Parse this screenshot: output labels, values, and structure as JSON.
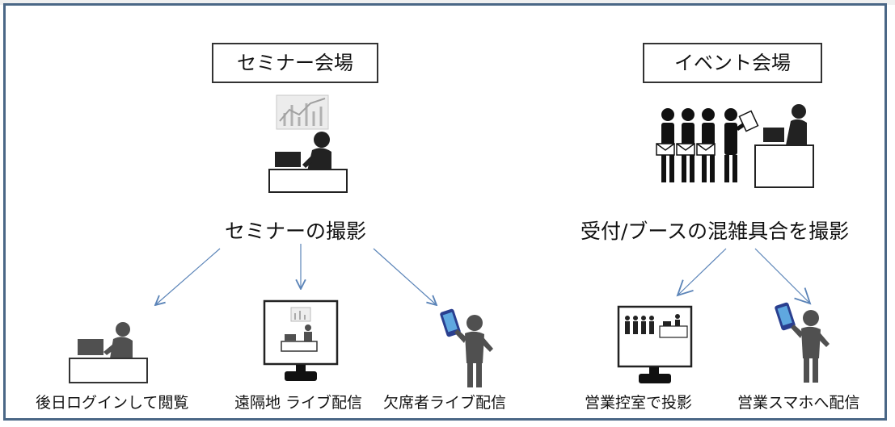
{
  "seminar": {
    "venue_label": "セミナー会場",
    "caption": "セミナーの撮影",
    "outputs": [
      "後日ログインして閲覧",
      "遠隔地 ライブ配信",
      "欠席者ライブ配信"
    ]
  },
  "event": {
    "venue_label": "イベント会場",
    "caption": "受付/ブースの混雑具合を撮影",
    "outputs": [
      "営業控室で投影",
      "営業スマホへ配信"
    ]
  },
  "colors": {
    "frame": "#4a6786",
    "arrow": "#5b84b8",
    "figure": "#222222",
    "figure_gray": "#505050"
  }
}
